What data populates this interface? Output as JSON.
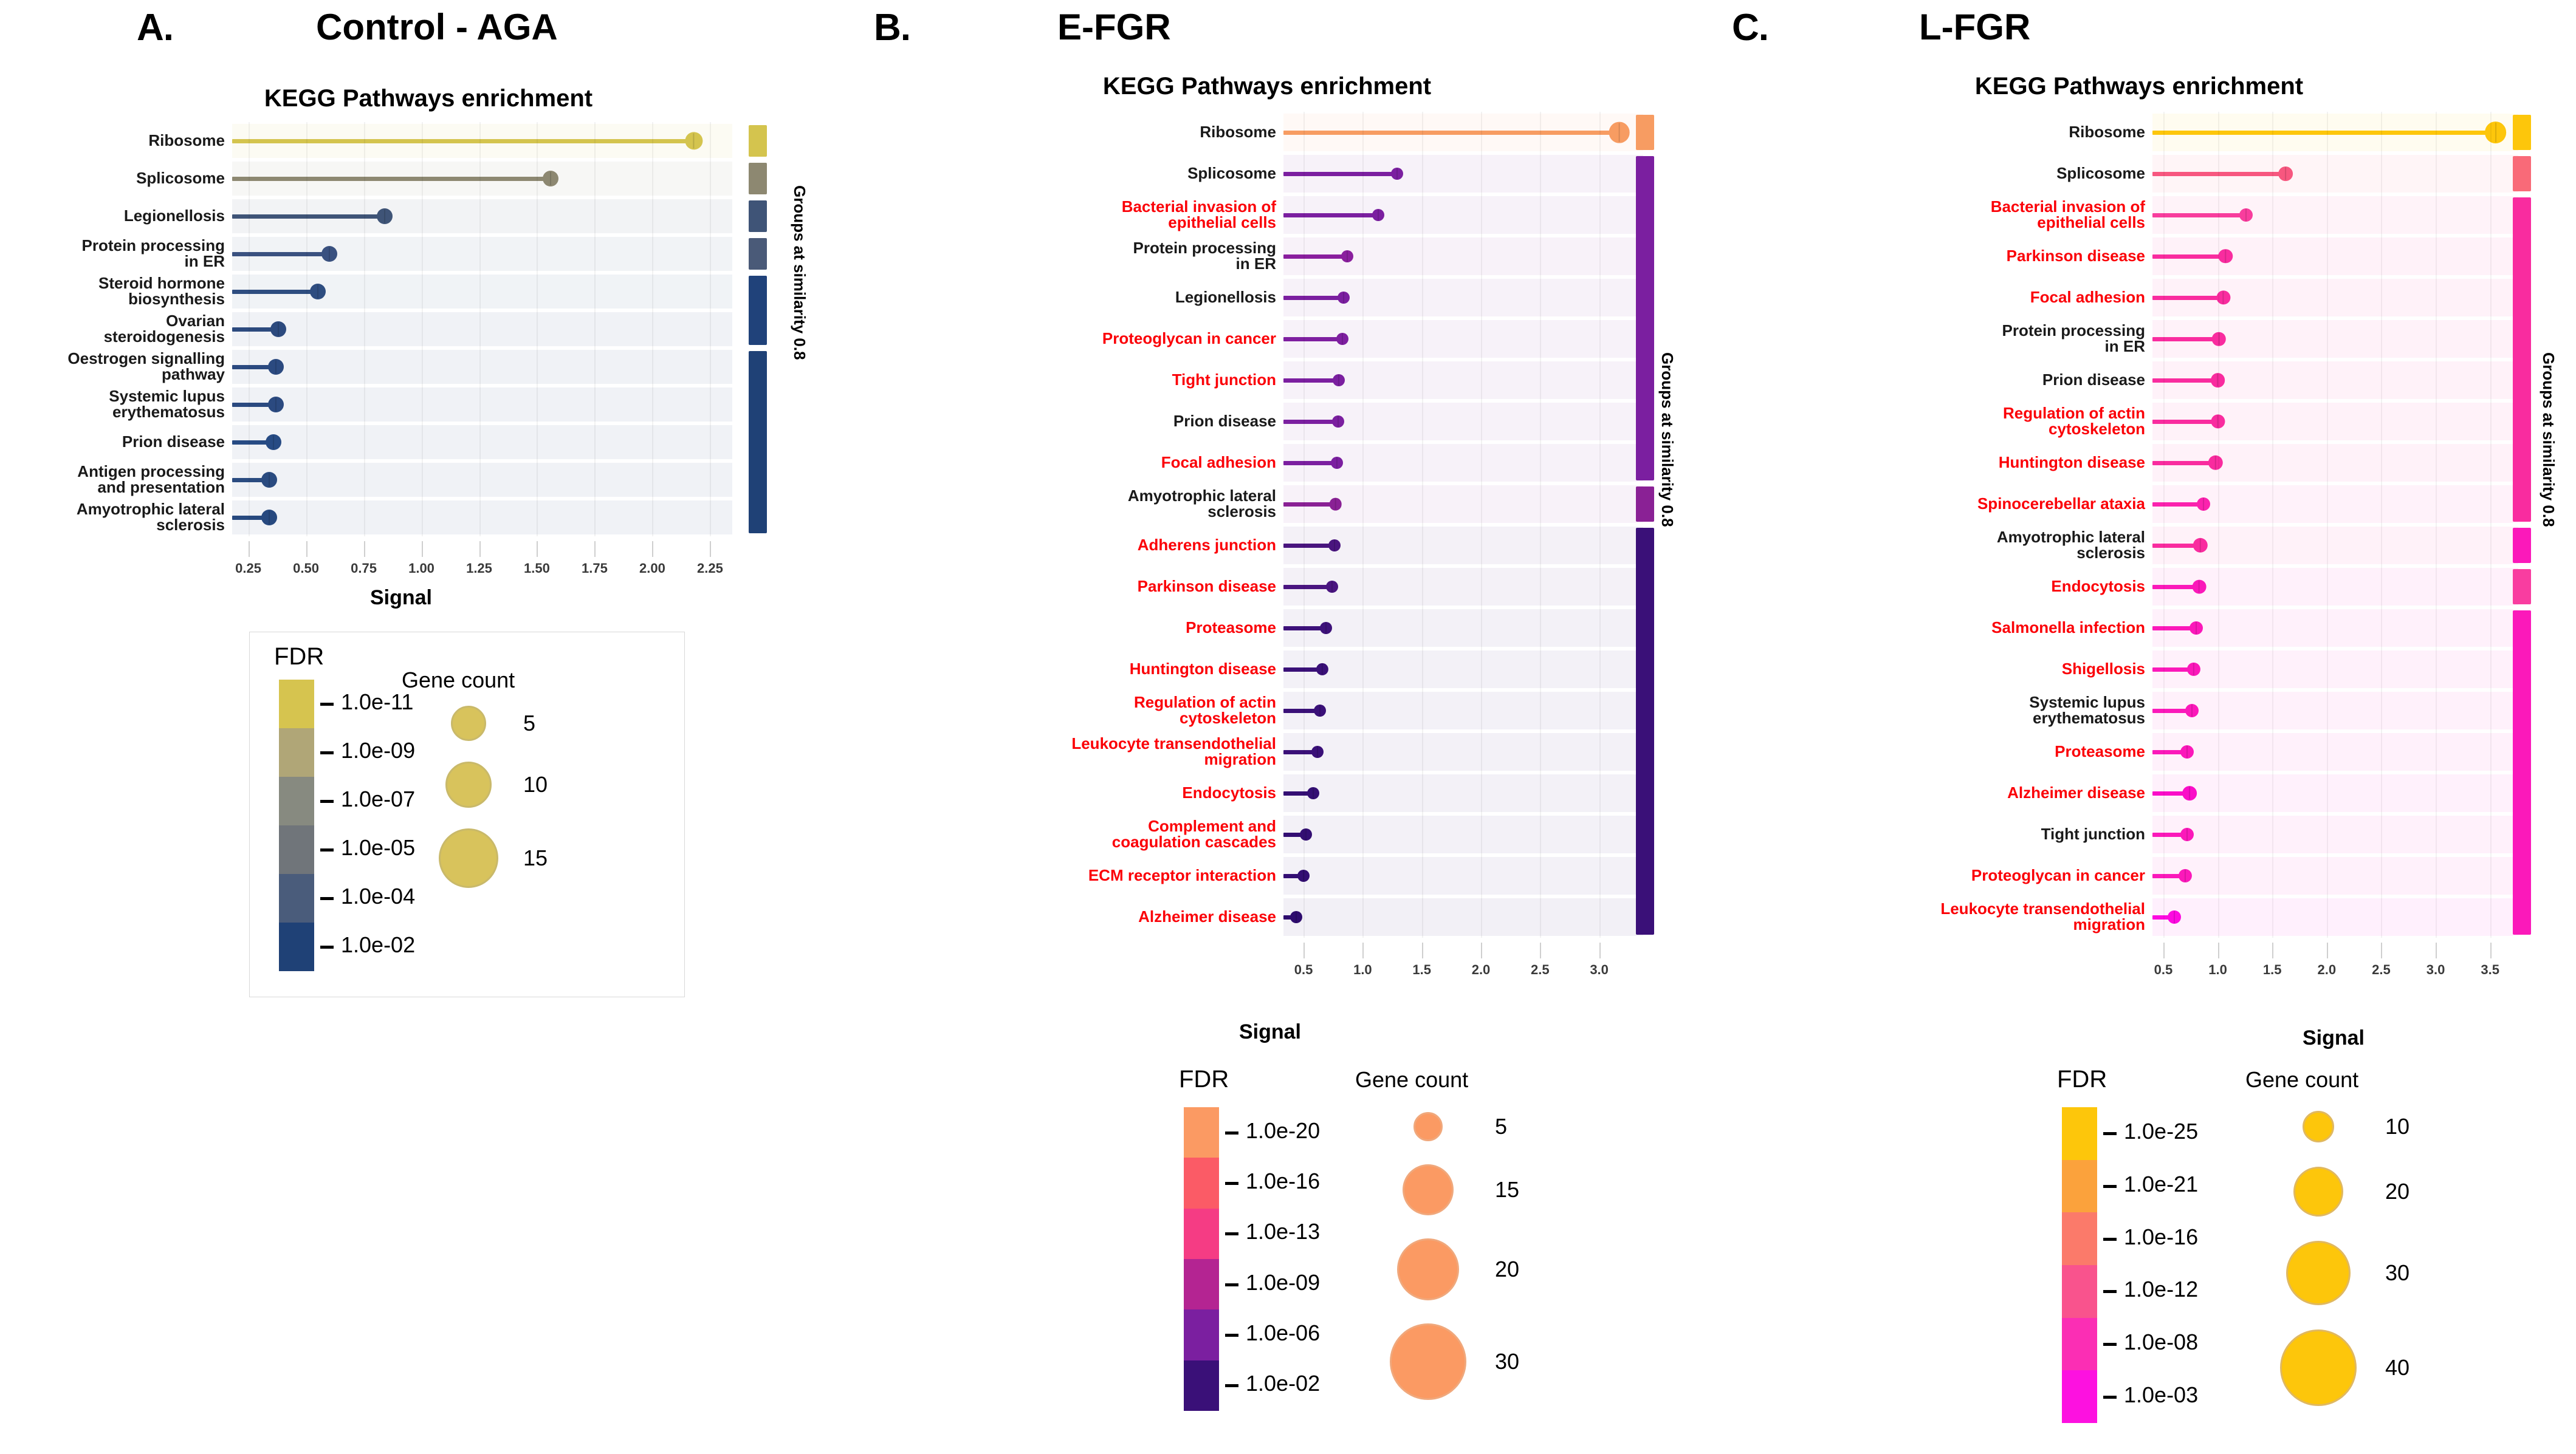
{
  "figure": {
    "chart_title": "KEGG Pathways enrichment",
    "axis_title": "Signal",
    "group_axis_label": "Groups at similarity 0.8",
    "fdr_legend_title": "FDR",
    "gene_count_legend_title": "Gene count"
  },
  "panels": [
    {
      "letter": "A.",
      "title": "Control - AGA",
      "xticks": [
        "0.25",
        "0.50",
        "0.75",
        "1.00",
        "1.25",
        "1.50",
        "1.75",
        "2.00",
        "2.25"
      ]
    },
    {
      "letter": "B.",
      "title": "E-FGR",
      "xticks": [
        "0.5",
        "1.0",
        "1.5",
        "2.0",
        "2.5",
        "3.0"
      ]
    },
    {
      "letter": "C.",
      "title": "L-FGR",
      "xticks": [
        "0.5",
        "1.0",
        "1.5",
        "2.0",
        "2.5",
        "3.0",
        "3.5"
      ]
    }
  ],
  "chart_data": [
    {
      "type": "scatter",
      "panel": "A",
      "title": "KEGG Pathways enrichment",
      "subtitle": "Control - AGA",
      "xlabel": "Signal",
      "ylabel": "",
      "xlim": [
        0.18,
        2.32
      ],
      "xticks": [
        0.25,
        0.5,
        0.75,
        1.0,
        1.25,
        1.5,
        1.75,
        2.0,
        2.25
      ],
      "grid": true,
      "legend_position": "below-left",
      "categories": [
        "Ribosome",
        "Splicosome",
        "Legionellosis",
        "Protein processing\nin ER",
        "Steroid hormone\nbiosynthesis",
        "Ovarian\nsteroidogenesis",
        "Oestrogen signalling\npathway",
        "Systemic lupus\nerythematosus",
        "Prion disease",
        "Antigen processing\nand presentation",
        "Amyotrophic lateral\nsclerosis"
      ],
      "label_colors": [
        "black",
        "black",
        "black",
        "black",
        "black",
        "black",
        "black",
        "black",
        "black",
        "black",
        "black"
      ],
      "values": [
        2.18,
        1.56,
        0.84,
        0.6,
        0.55,
        0.38,
        0.37,
        0.37,
        0.36,
        0.34,
        0.34
      ],
      "gene_count": [
        15.0,
        10.5,
        5.5,
        5.8,
        4.2,
        3.2,
        3.6,
        3.4,
        4.4,
        2.8,
        5.2
      ],
      "dot_colors": [
        "#d4c44e",
        "#8d8871",
        "#3f5477",
        "#3a5180",
        "#2e4d80",
        "#2c4a7e",
        "#2b4a80",
        "#2b4a80",
        "#274b84",
        "#2a4b80",
        "#27497f"
      ],
      "group_colors": [
        "#d4c44e",
        "#8d8871",
        "#3f5477",
        "#4a5a78",
        "#20427a",
        "#20427a",
        "#1f4176",
        "#1f4176",
        "#1f4176",
        "#1f4176",
        "#1f4176"
      ],
      "fdr_legend": {
        "labels": [
          "1.0e-11",
          "1.0e-09",
          "1.0e-07",
          "1.0e-05",
          "1.0e-04",
          "1.0e-02"
        ],
        "colors": [
          "#d6c44f",
          "#b0a677",
          "#878a80",
          "#70757a",
          "#4a5c7b",
          "#1f4176"
        ]
      },
      "gene_count_legend": {
        "labels": [
          "5",
          "10",
          "15"
        ],
        "sizes": [
          52,
          70,
          92
        ],
        "color": "#d8c35c"
      }
    },
    {
      "type": "scatter",
      "panel": "B",
      "title": "KEGG Pathways enrichment",
      "subtitle": "E-FGR",
      "xlabel": "Signal",
      "ylabel": "",
      "xlim": [
        0.33,
        3.3
      ],
      "xticks": [
        0.5,
        1.0,
        1.5,
        2.0,
        2.5,
        3.0
      ],
      "grid": true,
      "legend_position": "below-left",
      "categories": [
        "Ribosome",
        "Splicosome",
        "Bacterial invasion of\nepithelial cells",
        "Protein processing\nin ER",
        "Legionellosis",
        "Proteoglycan in cancer",
        "Tight junction",
        "Prion disease",
        "Focal adhesion",
        "Amyotrophic lateral\nsclerosis",
        "Adherens junction",
        "Parkinson disease",
        "Proteasome",
        "Huntington disease",
        "Regulation of actin\ncytoskeleton",
        "Leukocyte transendothelial\nmigration",
        "Endocytosis",
        "Complement and\ncoagulation cascades",
        "ECM receptor interaction",
        "Alzheimer disease"
      ],
      "label_colors": [
        "black",
        "black",
        "red",
        "black",
        "black",
        "red",
        "red",
        "black",
        "red",
        "black",
        "red",
        "red",
        "red",
        "red",
        "red",
        "red",
        "red",
        "red",
        "red",
        "red"
      ],
      "values": [
        3.17,
        1.29,
        1.13,
        0.87,
        0.84,
        0.83,
        0.8,
        0.79,
        0.78,
        0.77,
        0.76,
        0.74,
        0.69,
        0.66,
        0.64,
        0.62,
        0.58,
        0.52,
        0.5,
        0.44
      ],
      "gene_count": [
        31.0,
        10.0,
        6.8,
        8.0,
        5.4,
        8.2,
        8.0,
        9.0,
        7.6,
        11.0,
        4.2,
        9.0,
        3.4,
        10.5,
        9.0,
        4.4,
        9.2,
        3.8,
        4.4,
        10.0
      ],
      "dot_colors": [
        "#f79c62",
        "#7b1fa0",
        "#7b1fa0",
        "#8a1f9e",
        "#7b1fa0",
        "#7e1fa0",
        "#7b1fa0",
        "#7b1fa0",
        "#7b1fa0",
        "#8a2195",
        "#49157e",
        "#4a1580",
        "#3d117a",
        "#3a1078",
        "#3a1078",
        "#3a1078",
        "#340f74",
        "#330e73",
        "#330e73",
        "#2e0c6e"
      ],
      "group_colors": [
        "#f79c62",
        "#7b1fa0",
        "#7b1fa0",
        "#7b1fa0",
        "#7b1fa0",
        "#7b1fa0",
        "#7b1fa0",
        "#7b1fa0",
        "#7b1fa0",
        "#8a2195",
        "#3a1078",
        "#3a1078",
        "#3a1078",
        "#3a1078",
        "#3a1078",
        "#3a1078",
        "#3a1078",
        "#3a1078",
        "#3a1078",
        "#3a1078"
      ],
      "fdr_legend": {
        "labels": [
          "1.0e-20",
          "1.0e-16",
          "1.0e-13",
          "1.0e-09",
          "1.0e-06",
          "1.0e-02"
        ],
        "colors": [
          "#fb9a63",
          "#fb5b66",
          "#f53c84",
          "#b42492",
          "#7b1fa0",
          "#3a1078"
        ]
      },
      "gene_count_legend": {
        "labels": [
          "5",
          "15",
          "20",
          "30"
        ],
        "sizes": [
          42,
          78,
          96,
          120
        ],
        "color": "#fb9a63"
      }
    },
    {
      "type": "scatter",
      "panel": "C",
      "title": "KEGG Pathways enrichment",
      "subtitle": "L-FGR",
      "xlabel": "Signal",
      "ylabel": "",
      "xlim": [
        0.4,
        3.68
      ],
      "xticks": [
        0.5,
        1.0,
        1.5,
        2.0,
        2.5,
        3.0,
        3.5
      ],
      "grid": true,
      "legend_position": "below-left",
      "categories": [
        "Ribosome",
        "Splicosome",
        "Bacterial invasion of\nepithelial cells",
        "Parkinson disease",
        "Focal adhesion",
        "Protein processing\nin ER",
        "Prion disease",
        "Regulation of actin\ncytoskeleton",
        "Huntington disease",
        "Spinocerebellar ataxia",
        "Amyotrophic lateral\nsclerosis",
        "Endocytosis",
        "Salmonella infection",
        "Shigellosis",
        "Systemic lupus\nerythematosus",
        "Proteasome",
        "Alzheimer disease",
        "Tight junction",
        "Proteoglycan in cancer",
        "Leukocyte transendothelial\nmigration"
      ],
      "label_colors": [
        "black",
        "black",
        "red",
        "red",
        "red",
        "black",
        "black",
        "red",
        "red",
        "red",
        "black",
        "red",
        "red",
        "red",
        "black",
        "red",
        "red",
        "black",
        "red",
        "red"
      ],
      "values": [
        3.55,
        1.62,
        1.26,
        1.07,
        1.05,
        1.01,
        1.0,
        1.0,
        0.98,
        0.87,
        0.84,
        0.83,
        0.8,
        0.78,
        0.76,
        0.72,
        0.74,
        0.72,
        0.7,
        0.6
      ],
      "gene_count": [
        43.0,
        19.0,
        13.0,
        18.5,
        18.0,
        17.0,
        19.0,
        18.0,
        20.0,
        14.0,
        20.0,
        17.5,
        16.0,
        16.5,
        12.0,
        9.0,
        19.0,
        15.5,
        16.5,
        12.0
      ],
      "dot_colors": [
        "#fdc60b",
        "#f7577f",
        "#f83d9d",
        "#f92c9f",
        "#f92c9f",
        "#f92c9f",
        "#f92c9f",
        "#f92c9f",
        "#f92c9f",
        "#fb22ae",
        "#f92c9f",
        "#fb19ba",
        "#fb19ba",
        "#fb19ba",
        "#fb19ba",
        "#fb19ba",
        "#fa0ec8",
        "#fb19ba",
        "#fb19ba",
        "#fd0ae0"
      ],
      "group_colors": [
        "#fdc60b",
        "#f96a78",
        "#f92c9f",
        "#f92c9f",
        "#f92c9f",
        "#f92c9f",
        "#f92c9f",
        "#f92c9f",
        "#f92c9f",
        "#f92c9f",
        "#fb19ba",
        "#f93da0",
        "#fb19ba",
        "#fb19ba",
        "#fb19ba",
        "#fb19ba",
        "#fb19ba",
        "#fb19ba",
        "#fb19ba",
        "#fb19ba"
      ],
      "fdr_legend": {
        "labels": [
          "1.0e-25",
          "1.0e-21",
          "1.0e-16",
          "1.0e-12",
          "1.0e-08",
          "1.0e-03"
        ],
        "colors": [
          "#fdc60b",
          "#fba23c",
          "#fb7a6a",
          "#f9538d",
          "#fb2eb4",
          "#fd11e0"
        ]
      },
      "gene_count_legend": {
        "labels": [
          "10",
          "20",
          "30",
          "40"
        ],
        "sizes": [
          46,
          76,
          100,
          120
        ],
        "color": "#fdc60b"
      }
    }
  ]
}
